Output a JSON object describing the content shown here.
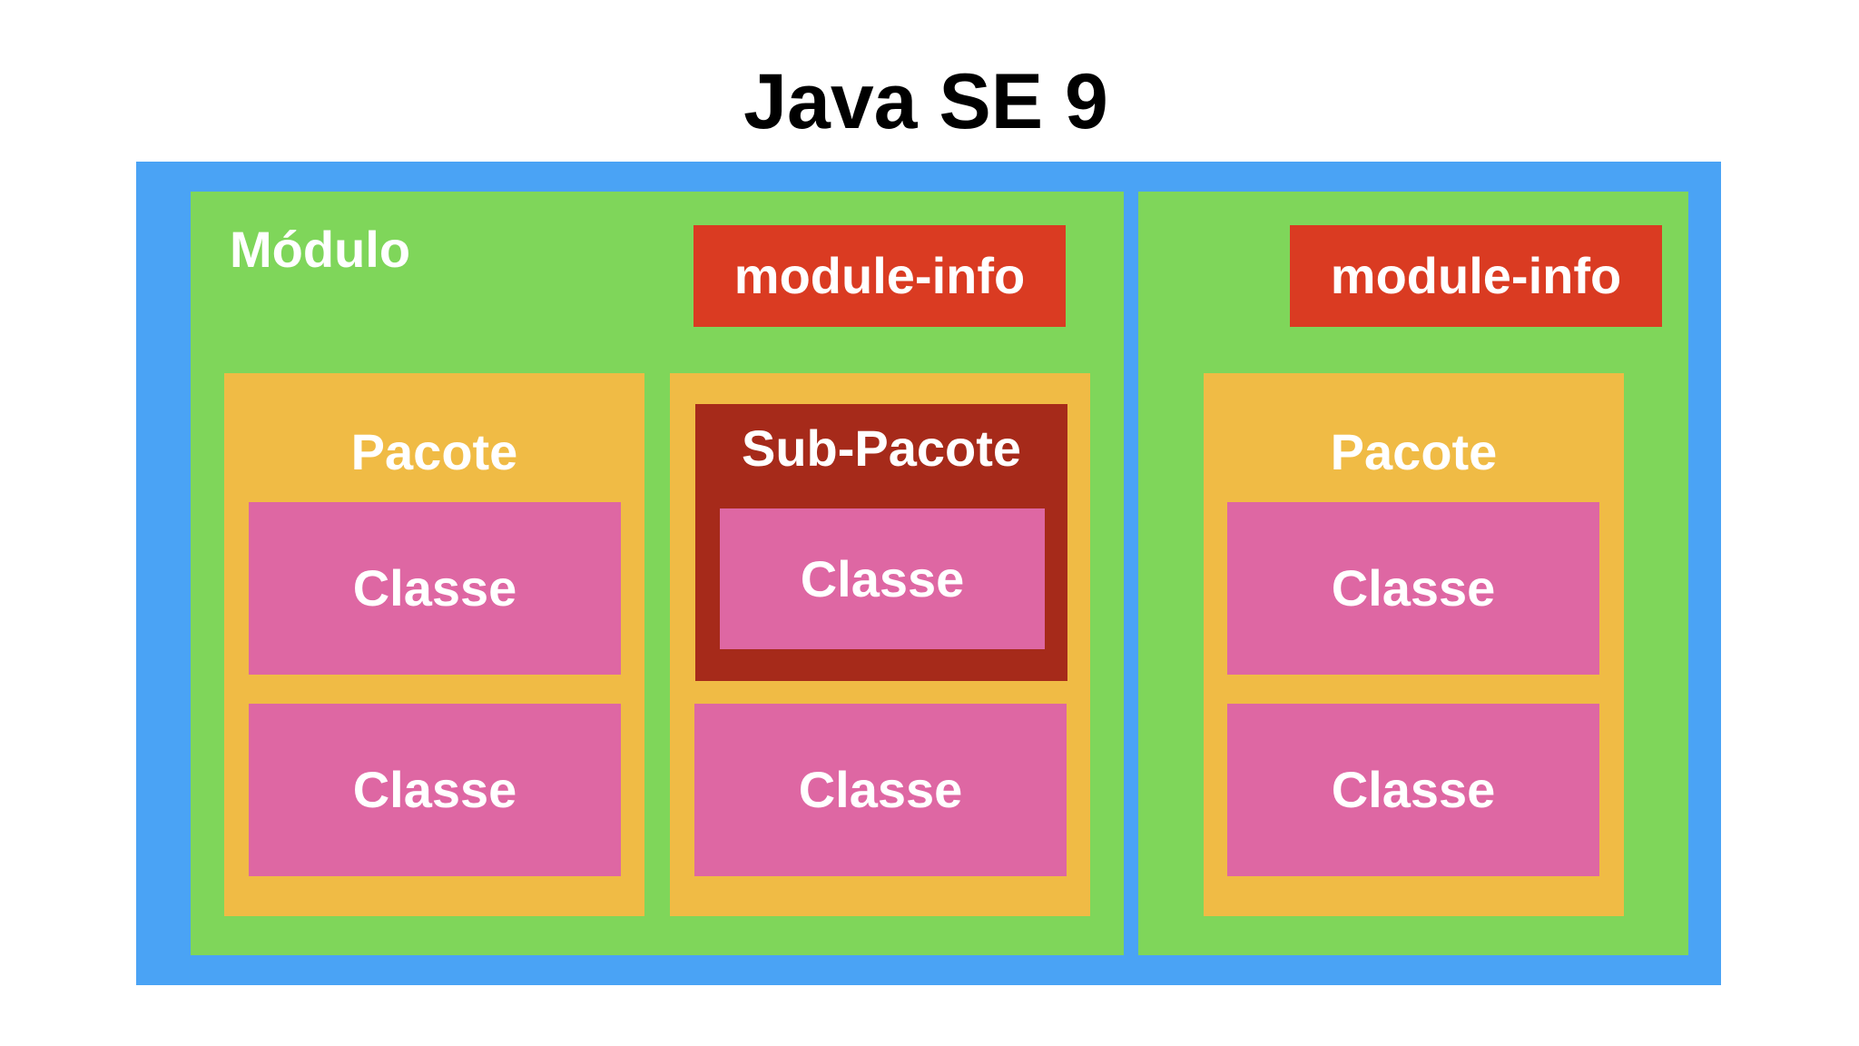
{
  "title": "Java SE 9",
  "colors": {
    "platform": "#4aa3f5",
    "module": "#7fd65a",
    "module_info": "#da3b22",
    "package": "#f0bb45",
    "sub_package": "#a62a1a",
    "class": "#de67a3",
    "text": "#ffffff",
    "title_text": "#000000"
  },
  "module_a": {
    "label": "Módulo",
    "module_info": "module-info",
    "package": {
      "label": "Pacote",
      "classes": [
        "Classe",
        "Classe"
      ]
    },
    "package_2": {
      "sub_package": {
        "label": "Sub-Pacote",
        "classes": [
          "Classe"
        ]
      },
      "classes": [
        "Classe"
      ]
    }
  },
  "module_b": {
    "module_info": "module-info",
    "package": {
      "label": "Pacote",
      "classes": [
        "Classe",
        "Classe"
      ]
    }
  }
}
